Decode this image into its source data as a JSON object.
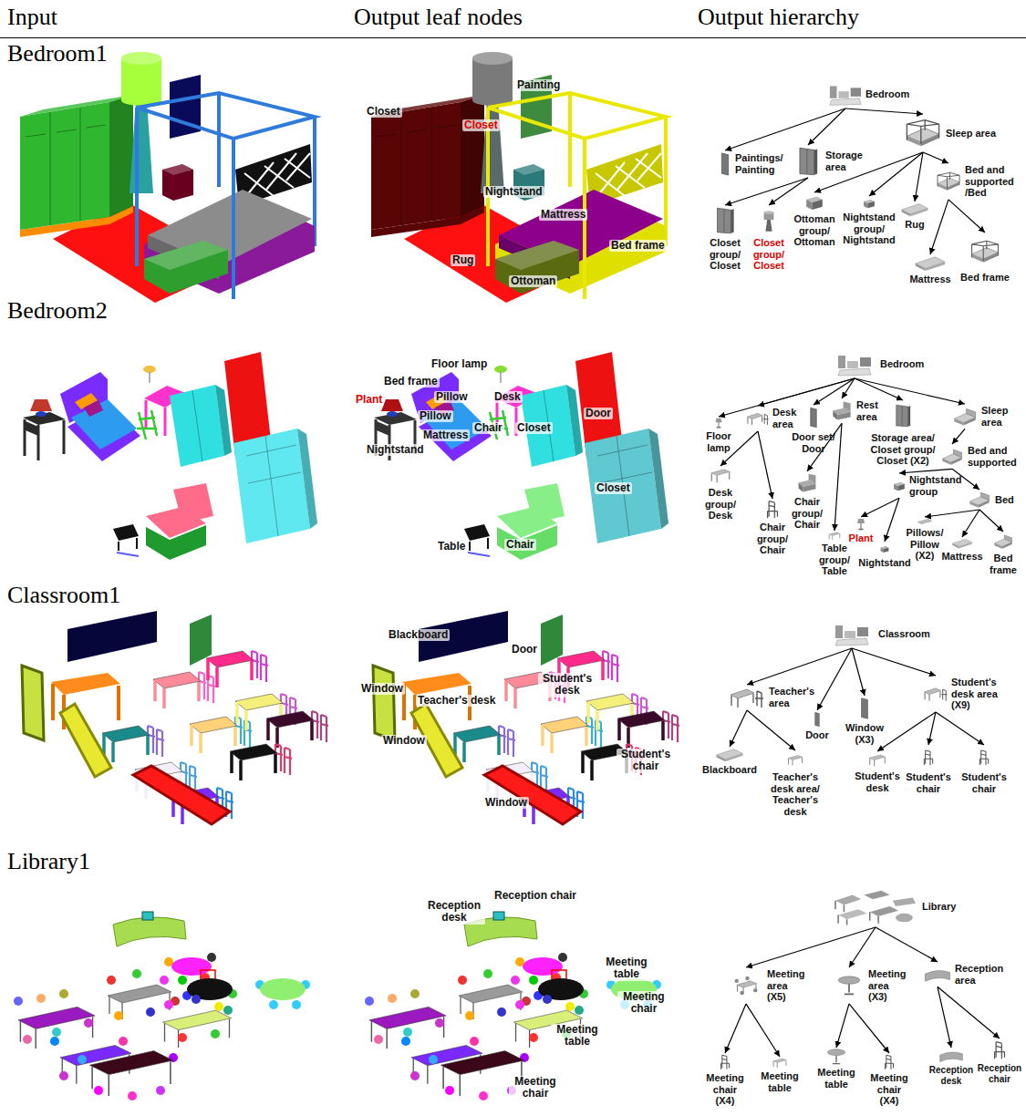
{
  "diagram": {
    "nodes": [
      {
        "text": [
          "Bedroom"
        ]
      },
      {
        "text": [
          "Paintings/ Painting"
        ]
      },
      {
        "text": [
          "Storage area"
        ]
      },
      {
        "text": [
          "Sleep area"
        ]
      },
      {
        "text": [
          "Closet group/ Closet"
        ]
      },
      {
        "text": [
          "Closet group/ Closet"
        ]
      },
      {
        "text": [
          "Ottoman group/ Ottoman"
        ]
      },
      {
        "text": [
          "Nightstand group/ Nightstand"
        ]
      },
      {
        "text": [
          "Rug"
        ]
      },
      {
        "text": [
          "Bed and supported /Bed"
        ]
      },
      {
        "text": [
          "Mattress"
        ]
      },
      {
        "text": [
          "Bed frame"
        ]
      },
      {
        "text": [
          "Bedroom"
        ]
      },
      {
        "text": [
          "Floor lamp"
        ]
      },
      {
        "text": [
          "Desk area"
        ]
      },
      {
        "text": [
          "Door set/ Door"
        ]
      },
      {
        "text": [
          "Rest area"
        ]
      },
      {
        "text": [
          "Storage area/ Closet group/ Closet (X2)"
        ]
      },
      {
        "text": [
          "Sleep area"
        ]
      },
      {
        "text": [
          "Desk group/ Desk"
        ]
      },
      {
        "text": [
          "Chair group/ Chair"
        ]
      },
      {
        "text": [
          "Chair group/ Chair"
        ]
      },
      {
        "text": [
          "Table group/ Table"
        ]
      },
      {
        "text": [
          "Bed and supported"
        ]
      },
      {
        "text": [
          "Nightstand group"
        ]
      },
      {
        "text": [
          "Bed"
        ]
      },
      {
        "text": [
          "Plant"
        ]
      },
      {
        "text": [
          "Nightstand"
        ]
      },
      {
        "text": [
          "Pillows/ Pillow (X2)"
        ]
      },
      {
        "text": [
          "Mattress"
        ]
      },
      {
        "text": [
          "Bed frame"
        ]
      },
      {
        "text": [
          "Classroom"
        ]
      },
      {
        "text": [
          "Teacher's area"
        ]
      },
      {
        "text": [
          "Door"
        ]
      },
      {
        "text": [
          "Window (X3)"
        ]
      },
      {
        "text": [
          "Student's desk area (X9)"
        ]
      },
      {
        "text": [
          "Blackboard"
        ]
      },
      {
        "text": [
          "Teacher's desk area/ Teacher's desk"
        ]
      },
      {
        "text": [
          "Student's desk"
        ]
      },
      {
        "text": [
          "Student's chair"
        ]
      },
      {
        "text": [
          "Student's chair"
        ]
      },
      {
        "text": [
          "Library"
        ]
      },
      {
        "text": [
          "Meeting area (X5)"
        ]
      },
      {
        "text": [
          "Meeting area (X3)"
        ]
      },
      {
        "text": [
          "Reception area"
        ]
      },
      {
        "text": [
          "Meeting chair (X4)"
        ]
      },
      {
        "text": [
          "Meeting table"
        ]
      },
      {
        "text": [
          "Meeting table"
        ]
      },
      {
        "text": [
          "Meeting chair (X4)"
        ]
      },
      {
        "text": [
          "Reception desk"
        ]
      },
      {
        "text": [
          "Reception chair"
        ]
      }
    ],
    "edges": [
      {
        "from": 0,
        "to": 1,
        "arrow": "to"
      },
      {
        "from": 0,
        "to": 2,
        "arrow": "to"
      },
      {
        "from": 0,
        "to": 3,
        "arrow": "to"
      },
      {
        "from": 2,
        "to": 4,
        "arrow": "to"
      },
      {
        "from": 2,
        "to": 5,
        "arrow": "to"
      },
      {
        "from": 3,
        "to": 6,
        "arrow": "to"
      },
      {
        "from": 3,
        "to": 7,
        "arrow": "to"
      },
      {
        "from": 3,
        "to": 8,
        "arrow": "to"
      },
      {
        "from": 3,
        "to": 9,
        "arrow": "to"
      },
      {
        "from": 9,
        "to": 10,
        "arrow": "to"
      },
      {
        "from": 9,
        "to": 11,
        "arrow": "to"
      },
      {
        "from": 12,
        "to": 13,
        "arrow": "to"
      },
      {
        "from": 12,
        "to": 14,
        "arrow": "to"
      },
      {
        "from": 12,
        "to": 15,
        "arrow": "to"
      },
      {
        "from": 12,
        "to": 16,
        "arrow": "to"
      },
      {
        "from": 12,
        "to": 17,
        "arrow": "to"
      },
      {
        "from": 12,
        "to": 18,
        "arrow": "to"
      },
      {
        "from": 14,
        "to": 19,
        "arrow": "to"
      },
      {
        "from": 14,
        "to": 20,
        "arrow": "to"
      },
      {
        "from": 16,
        "to": 21,
        "arrow": "to"
      },
      {
        "from": 16,
        "to": 22,
        "arrow": "to"
      },
      {
        "from": 18,
        "to": 23,
        "arrow": "to"
      },
      {
        "from": 23,
        "to": 24,
        "arrow": "to"
      },
      {
        "from": 23,
        "to": 25,
        "arrow": "to"
      },
      {
        "from": 24,
        "to": 26,
        "arrow": "to"
      },
      {
        "from": 24,
        "to": 27,
        "arrow": "to"
      },
      {
        "from": 25,
        "to": 28,
        "arrow": "to"
      },
      {
        "from": 25,
        "to": 29,
        "arrow": "to"
      },
      {
        "from": 25,
        "to": 30,
        "arrow": "to"
      },
      {
        "from": 31,
        "to": 32,
        "arrow": "to"
      },
      {
        "from": 31,
        "to": 33,
        "arrow": "to"
      },
      {
        "from": 31,
        "to": 34,
        "arrow": "to"
      },
      {
        "from": 31,
        "to": 35,
        "arrow": "to"
      },
      {
        "from": 32,
        "to": 36,
        "arrow": "to"
      },
      {
        "from": 32,
        "to": 37,
        "arrow": "to"
      },
      {
        "from": 35,
        "to": 38,
        "arrow": "to"
      },
      {
        "from": 35,
        "to": 39,
        "arrow": "to"
      },
      {
        "from": 35,
        "to": 40,
        "arrow": "to"
      },
      {
        "from": 41,
        "to": 42,
        "arrow": "to"
      },
      {
        "from": 41,
        "to": 43,
        "arrow": "to"
      },
      {
        "from": 41,
        "to": 44,
        "arrow": "to"
      },
      {
        "from": 42,
        "to": 45,
        "arrow": "to"
      },
      {
        "from": 42,
        "to": 46,
        "arrow": "to"
      },
      {
        "from": 43,
        "to": 47,
        "arrow": "to"
      },
      {
        "from": 43,
        "to": 48,
        "arrow": "to"
      },
      {
        "from": 44,
        "to": 49,
        "arrow": "to"
      },
      {
        "from": 44,
        "to": 50,
        "arrow": "to"
      }
    ],
    "labels": [
      "Input",
      "Output leaf nodes",
      "Output hierarchy",
      "Bedroom1",
      "Closet",
      "Closet",
      "Painting",
      "Nightstand",
      "Mattress",
      "Bed frame",
      "Rug",
      "Ottoman",
      "Bedroom2",
      "Floor lamp",
      "Bed frame",
      "Plant",
      "Pillow",
      "Desk",
      "Pillow",
      "Mattress",
      "Chair",
      "Closet",
      "Door",
      "Nightstand",
      "Closet",
      "Chair",
      "Table",
      "Classroom1",
      "Blackboard",
      "Door",
      "Student's desk",
      "Window",
      "Teacher's desk",
      "Window",
      "Student's chair",
      "Window",
      "Library1",
      "Reception desk",
      "Reception chair",
      "Meeting table",
      "Meeting chair",
      "Meeting table",
      "Meeting chair"
    ]
  }
}
